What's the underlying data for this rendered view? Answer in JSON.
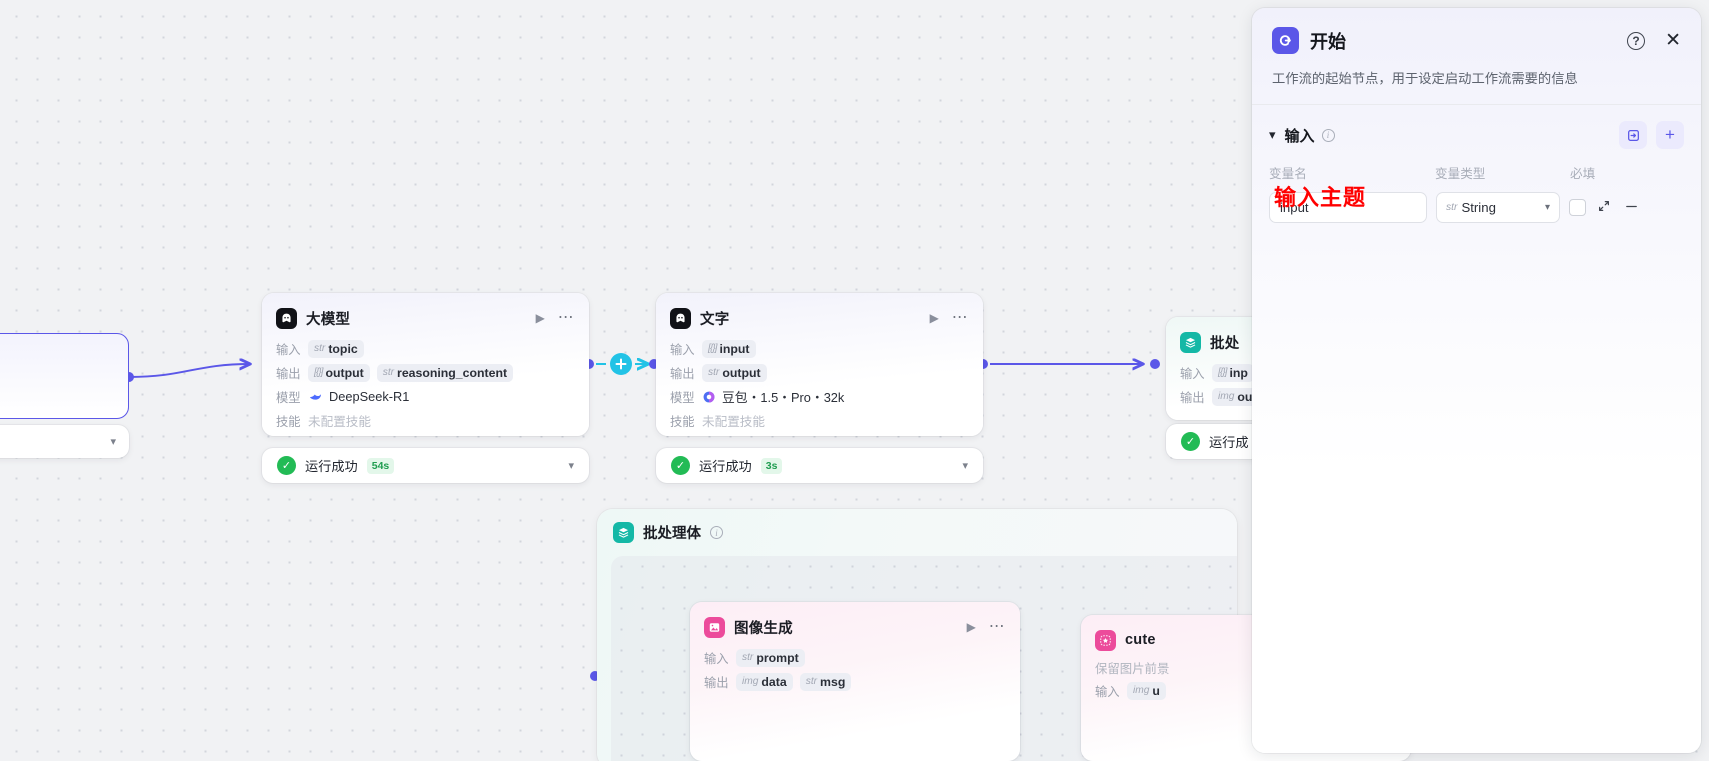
{
  "panel": {
    "icon": "start-node-icon",
    "title": "开始",
    "help_icon": "question-mark-icon",
    "close_icon": "close-icon",
    "description": "工作流的起始节点，用于设定启动工作流需要的信息",
    "section": {
      "collapse_icon": "chevron-down-icon",
      "title": "输入",
      "info_icon": "info-icon",
      "import_icon": "import-variable-icon",
      "add_icon": "plus-icon"
    },
    "columns": {
      "name": "变量名",
      "type": "变量类型",
      "required": "必填"
    },
    "rows": [
      {
        "name_value": "input",
        "name_placeholder": "变量名",
        "type_prefix": "str",
        "type_value": "String",
        "required": false,
        "expand_icon": "expand-icon",
        "remove_icon": "minus-icon"
      }
    ]
  },
  "annotation": {
    "text": "输入主题",
    "color": "#ff0000"
  },
  "canvas": {
    "selected_node": {
      "name": "selected-node-partial"
    },
    "nodes": [
      {
        "id": "llm",
        "title": "大模型",
        "icon": "model-avatar-icon",
        "play_icon": "play-icon",
        "more_icon": "more-options-icon",
        "rows": [
          {
            "label": "输入",
            "chips": [
              {
                "type": "str",
                "name": "topic"
              }
            ]
          },
          {
            "label": "输出",
            "chips": [
              {
                "type": "[{}]",
                "name": "output"
              },
              {
                "type": "str",
                "name": "reasoning_content"
              }
            ]
          },
          {
            "label": "模型",
            "text": "DeepSeek-R1",
            "badge": "deepseek-icon"
          },
          {
            "label": "技能",
            "muted": "未配置技能"
          }
        ],
        "status": {
          "icon": "success-check-icon",
          "text": "运行成功",
          "duration": "54s",
          "caret": "chevron-down-icon"
        }
      },
      {
        "id": "text",
        "title": "文字",
        "icon": "model-avatar-icon",
        "play_icon": "play-icon",
        "more_icon": "more-options-icon",
        "rows": [
          {
            "label": "输入",
            "chips": [
              {
                "type": "[{}]",
                "name": "input"
              }
            ]
          },
          {
            "label": "输出",
            "chips": [
              {
                "type": "str",
                "name": "output"
              }
            ]
          },
          {
            "label": "模型",
            "text": "豆包・1.5・Pro・32k",
            "badge": "doubao-icon"
          },
          {
            "label": "技能",
            "muted": "未配置技能"
          }
        ],
        "status": {
          "icon": "success-check-icon",
          "text": "运行成功",
          "duration": "3s",
          "caret": "chevron-down-icon"
        }
      },
      {
        "id": "batch-partial",
        "title": "批处",
        "icon": "batch-layers-icon",
        "rows": [
          {
            "label": "输入",
            "chips": [
              {
                "type": "[{}]",
                "name": "inp"
              }
            ]
          },
          {
            "label": "输出",
            "chips": [
              {
                "type": "img",
                "name": "ou"
              }
            ]
          }
        ],
        "status": {
          "icon": "success-check-icon",
          "text": "运行成"
        }
      }
    ],
    "batch_container": {
      "title": "批处理体",
      "icon": "batch-layers-icon",
      "info_icon": "info-icon"
    },
    "image_node": {
      "title": "图像生成",
      "icon": "image-generation-icon",
      "play_icon": "play-icon",
      "more_icon": "more-options-icon",
      "rows": [
        {
          "label": "输入",
          "chips": [
            {
              "type": "str",
              "name": "prompt"
            }
          ]
        },
        {
          "label": "输出",
          "chips": [
            {
              "type": "img",
              "name": "data"
            },
            {
              "type": "str",
              "name": "msg"
            }
          ]
        }
      ]
    },
    "cute_node": {
      "title": "cute",
      "icon": "sticker-icon",
      "description": "保留图片前景",
      "rows": [
        {
          "label": "输入",
          "chips": [
            {
              "type": "img",
              "name": "u"
            }
          ]
        }
      ]
    }
  }
}
